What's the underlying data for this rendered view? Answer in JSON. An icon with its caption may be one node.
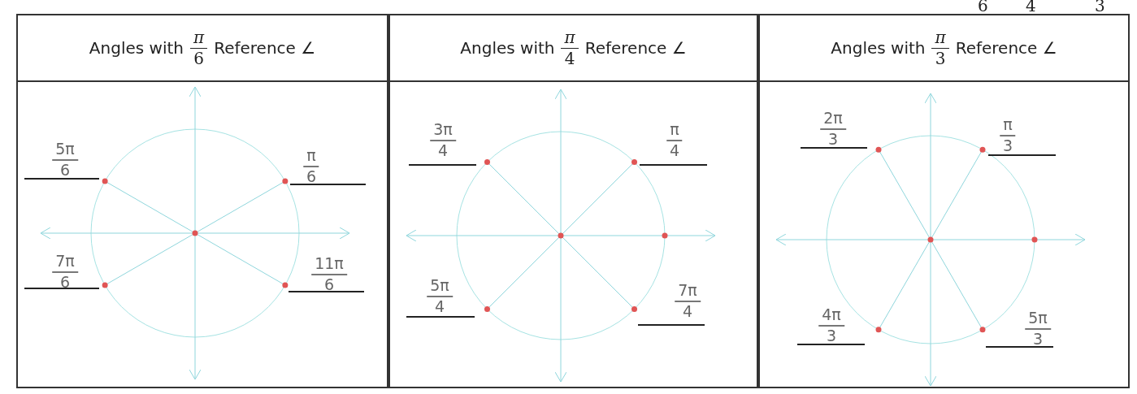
{
  "diagram": {
    "nodes": [
      {
        "text": [
          "Angles with",
          "π",
          "6",
          "Reference ∠"
        ]
      },
      {
        "text": [
          "Angles with",
          "π",
          "4",
          "Reference ∠"
        ]
      },
      {
        "text": [
          "Angles with",
          "π",
          "3",
          "Reference ∠"
        ]
      }
    ],
    "labels": [
      "6",
      "4",
      "3",
      "5π",
      "6",
      "π",
      "6",
      "7π",
      "6",
      "11π",
      "6",
      "3π",
      "4",
      "π",
      "4",
      "5π",
      "4",
      "7π",
      "4",
      "2π",
      "3",
      "π",
      "3",
      "4π",
      "3",
      "5π",
      "3"
    ]
  }
}
